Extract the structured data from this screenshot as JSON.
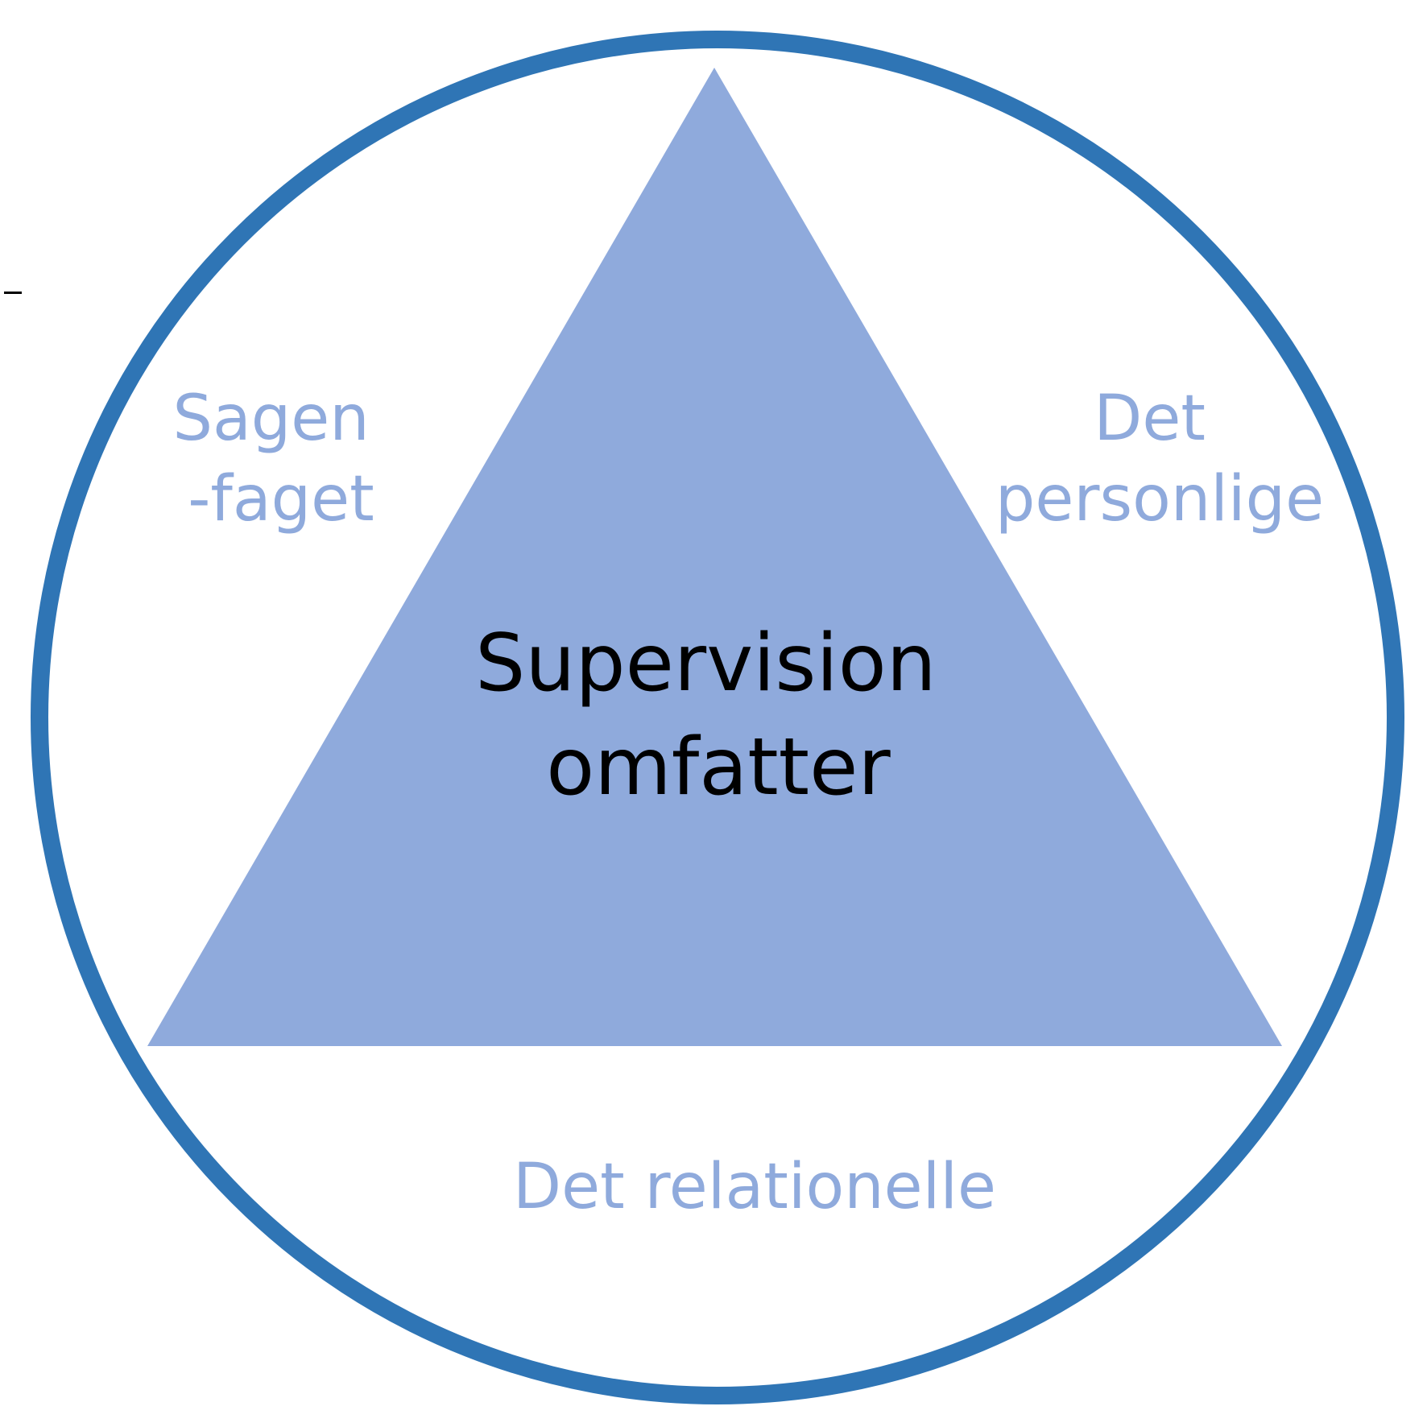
{
  "colors": {
    "circle_stroke": "#2f75b5",
    "triangle_fill": "#8faadc",
    "corner_text": "#8faadc",
    "center_text": "#000000",
    "background": "#ffffff"
  },
  "center_label": {
    "line1": "Supervision",
    "line2": "omfatter"
  },
  "labels": {
    "left": {
      "line1": "Sagen",
      "line2": "-faget"
    },
    "right": {
      "line1": "Det",
      "line2": "personlige"
    },
    "bottom": {
      "line1": "Det relationelle"
    }
  }
}
